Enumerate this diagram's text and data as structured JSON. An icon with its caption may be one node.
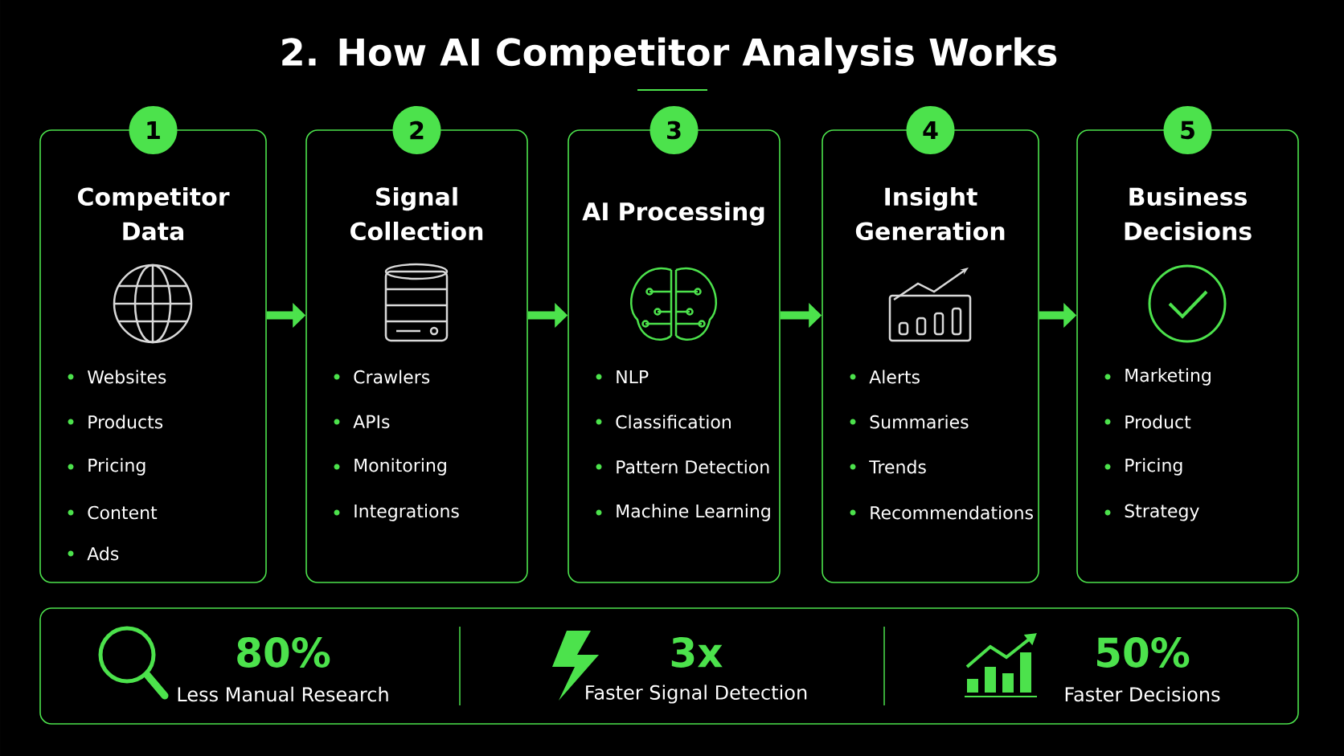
{
  "diagram": {
    "title": "2. How AI Competitor Analysis Works",
    "nodes": [
      {
        "text": [
          "1",
          "Competitor Data",
          "Websites",
          "Products",
          "Pricing",
          "Content",
          "Ads"
        ]
      },
      {
        "text": [
          "2",
          "Signal Collection",
          "Crawlers",
          "APIs",
          "Monitoring",
          "Integrations"
        ]
      },
      {
        "text": [
          "3",
          "AI Processing",
          "NLP",
          "Classification",
          "Pattern Detection",
          "Machine Learning"
        ]
      },
      {
        "text": [
          "4",
          "Insight Generation",
          "Alerts",
          "Summaries",
          "Trends",
          "Recommendations"
        ]
      },
      {
        "text": [
          "5",
          "Business Decisions",
          "Marketing",
          "Product",
          "Pricing",
          "Strategy"
        ]
      },
      {
        "text": [
          "80%",
          "Less Manual Research",
          "3x",
          "Faster Signal Detection",
          "50%",
          "Faster Decisions"
        ]
      }
    ],
    "edges": [
      {
        "from": 0,
        "to": 1,
        "arrow": "to"
      },
      {
        "from": 1,
        "to": 2,
        "arrow": "to"
      },
      {
        "from": 2,
        "to": 3,
        "arrow": "to"
      },
      {
        "from": 3,
        "to": 4,
        "arrow": "to"
      }
    ]
  }
}
